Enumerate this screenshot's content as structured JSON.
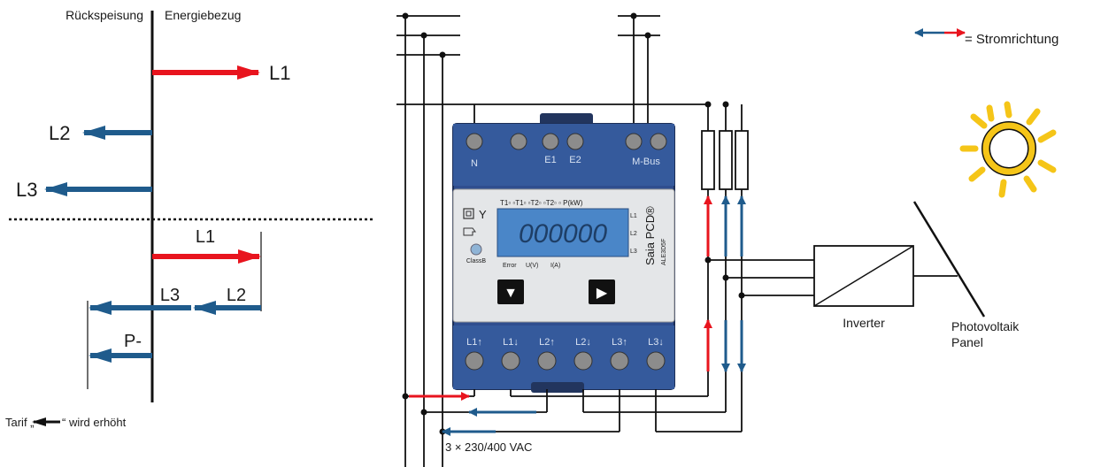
{
  "colors": {
    "red": "#e8141e",
    "blue": "#1f5b8c",
    "meter_body": "#2f4e8f",
    "lcd": "#4a86c8",
    "sun": "#f5c518"
  },
  "left_diagram": {
    "header_left": "Rückspeisung",
    "header_right": "Energiebezug",
    "top_labels": {
      "l1": "L1",
      "l2": "L2",
      "l3": "L3"
    },
    "bottom_labels": {
      "l1": "L1",
      "l2": "L2",
      "l3": "L3",
      "p": "P-"
    },
    "tariff_note_prefix": "Tarif „",
    "tariff_note_suffix": "“ wird erhöht"
  },
  "legend": {
    "text": "= Stromrichtung"
  },
  "meter": {
    "top_terminals": [
      "N",
      "E1",
      "E2",
      "M-Bus"
    ],
    "bottom_terminals": [
      "L1↑",
      "L1↓",
      "L2↑",
      "L2↓",
      "L3↑",
      "L3↓"
    ],
    "tariff_row": "T1▫ ▫T1▫ ▫T2▫ ▫T2▫ ▫ P(kW)",
    "display_value": "000000",
    "phase_labels": [
      "L1",
      "L2",
      "L3"
    ],
    "status_labels": [
      "Error",
      "U(V)",
      "I(A)"
    ],
    "class_label": "ClassB",
    "brand": "Saia PCD®",
    "model": "ALE3D5F",
    "button_down": "▼",
    "button_right": "▶"
  },
  "inverter": {
    "label": "Inverter"
  },
  "pv_panel": {
    "line1": "Photovoltaik",
    "line2": "Panel"
  },
  "supply": {
    "label": "3 × 230/400 VAC"
  }
}
